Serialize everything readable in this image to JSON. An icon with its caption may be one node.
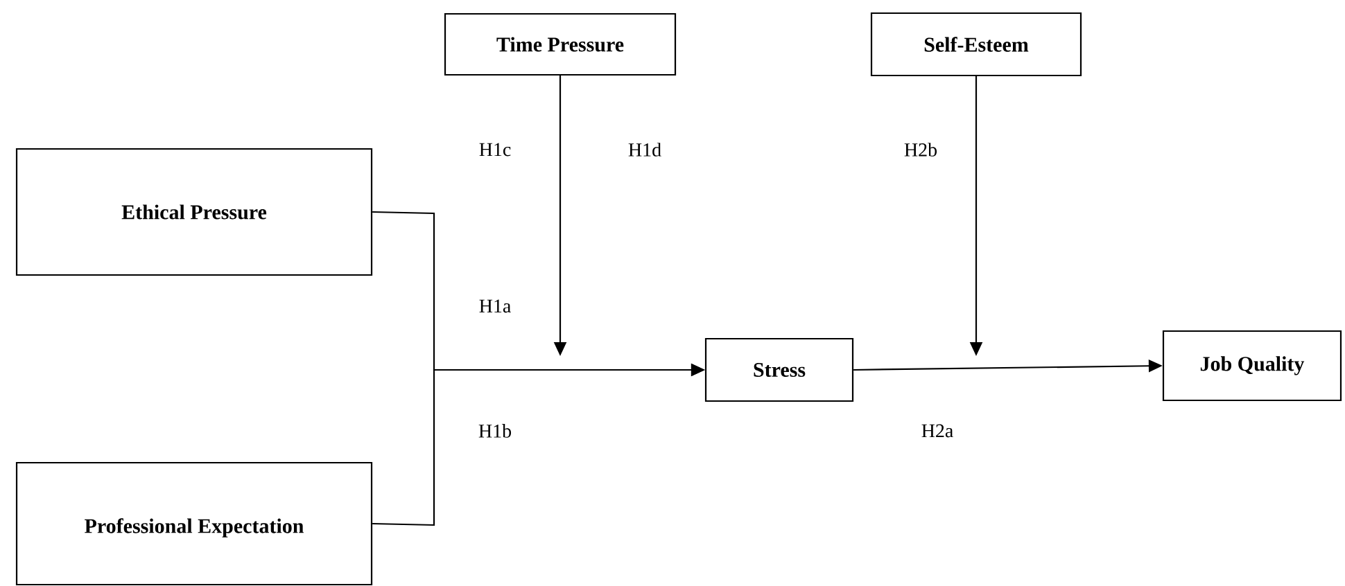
{
  "diagram": {
    "nodes": [
      {
        "text": [
          "Time Pressure"
        ]
      },
      {
        "text": [
          "Self-Esteem"
        ]
      },
      {
        "text": [
          "Ethical  Pressure"
        ]
      },
      {
        "text": [
          "Professional Expectation"
        ]
      },
      {
        "text": [
          "Stress"
        ]
      },
      {
        "text": [
          "Job Quality"
        ]
      }
    ],
    "edges": [
      {
        "from": 2,
        "to": 4,
        "arrow": "to"
      },
      {
        "from": 3,
        "to": 4,
        "arrow": "to"
      },
      {
        "from": 0,
        "to": null,
        "arrow": "to"
      },
      {
        "from": 1,
        "to": null,
        "arrow": "to"
      },
      {
        "from": 4,
        "to": 5,
        "arrow": "to"
      }
    ],
    "labels": [
      "H1c",
      "H1d",
      "H2b",
      "H1a",
      "H1b",
      "H2a"
    ]
  }
}
